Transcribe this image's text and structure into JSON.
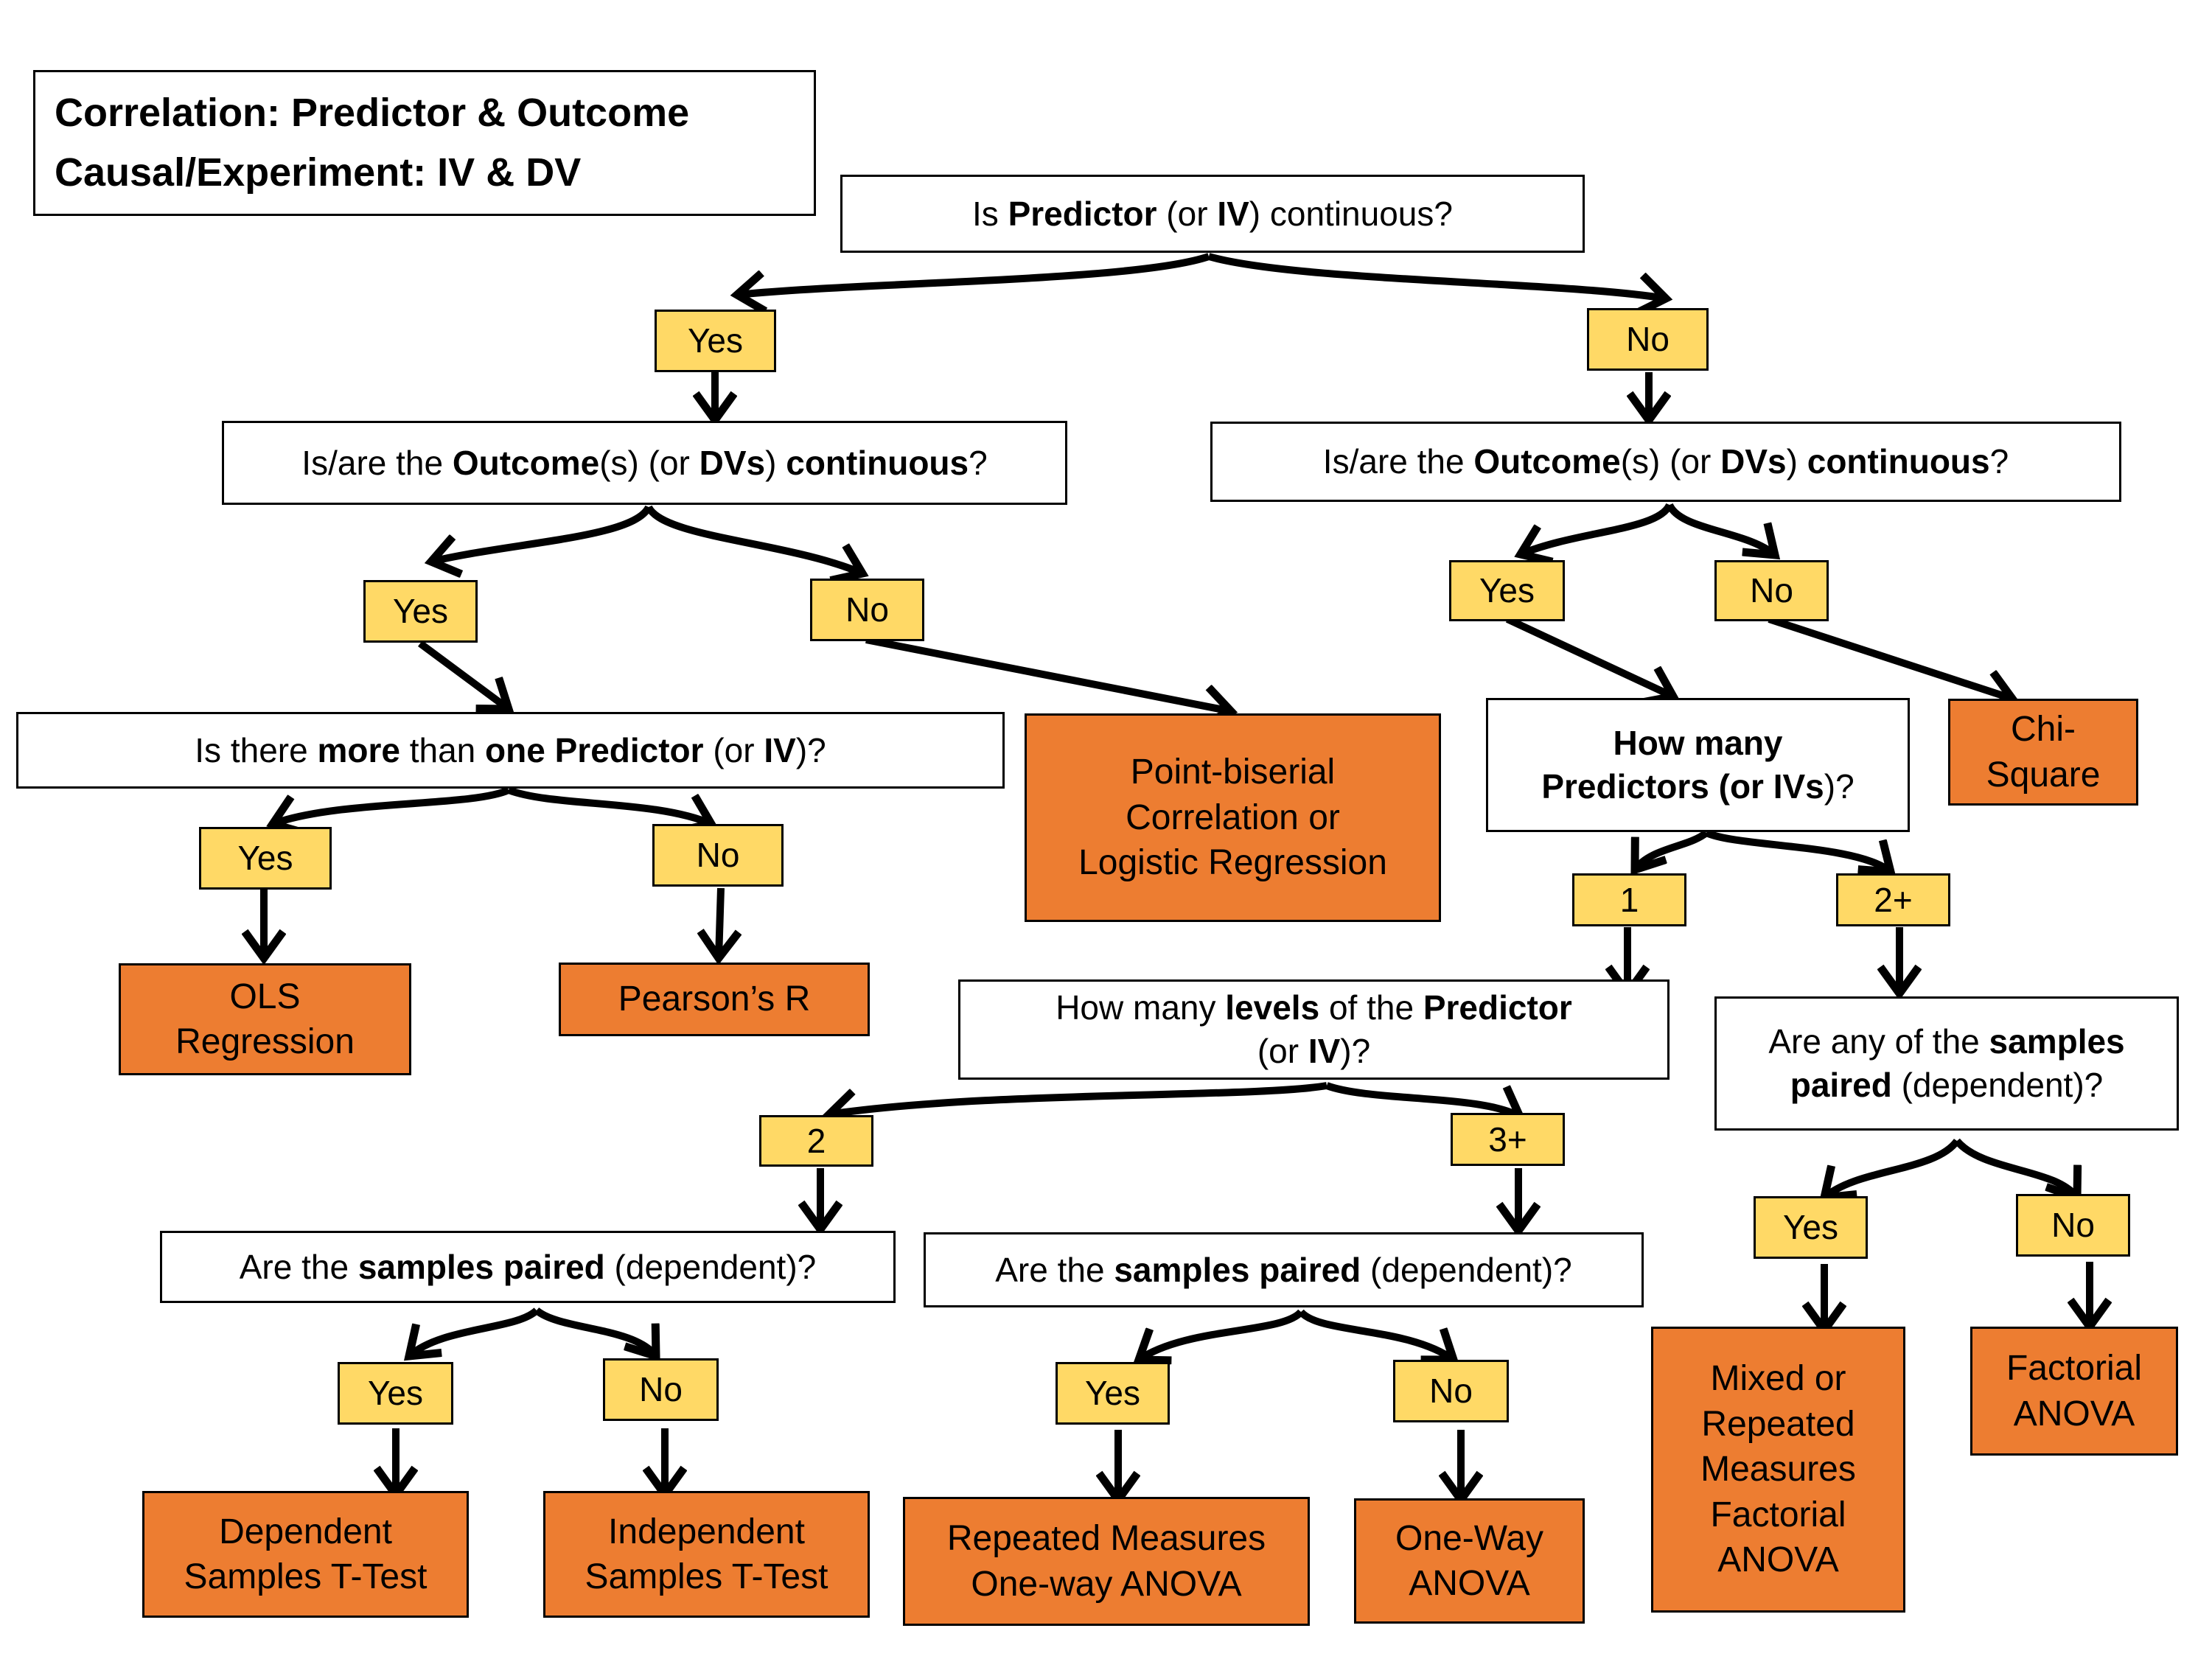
{
  "legend": {
    "line1": "Correlation: Predictor & Outcome",
    "line2": "Causal/Experiment: IV & DV"
  },
  "q_predictor": {
    "p1": "Is ",
    "b1": "Predictor",
    "p2": " (or ",
    "b2": "IV",
    "p3": ") continuous?"
  },
  "q_outcome_left": {
    "p1": "Is/are the ",
    "b1": "Outcome",
    "p2": "(s) (or ",
    "b2": "DVs",
    "p3": ") ",
    "b3": "continuous",
    "p4": "?"
  },
  "q_outcome_right": {
    "p1": "Is/are the ",
    "b1": "Outcome",
    "p2": "(s) (or ",
    "b2": "DVs",
    "p3": ") ",
    "b3": "continuous",
    "p4": "?"
  },
  "q_more_predictor": {
    "p1": "Is there ",
    "b1": "more",
    "p2": " than ",
    "b2": "one Predictor",
    "p3": " (or ",
    "b3": "IV",
    "p4": ")?"
  },
  "q_how_many": {
    "line1": "How many",
    "line2_b": "Predictors (or IVs",
    "line2_p": ")?"
  },
  "q_levels": {
    "p1": "How many ",
    "b1": "levels",
    "p2": " of the ",
    "b2": "Predictor",
    "line2_p1": "(or ",
    "line2_b": "IV",
    "line2_p2": ")?"
  },
  "q_paired_left": {
    "p1": "Are the ",
    "b1": "samples paired",
    "p2": " (dependent)?"
  },
  "q_paired_mid": {
    "p1": "Are the ",
    "b1": "samples paired",
    "p2": " (dependent)?"
  },
  "q_paired_right": {
    "p1": "Are any of the ",
    "b1": "samples",
    "line2_b": "paired",
    "line2_p": " (dependent)?"
  },
  "labels": {
    "yes": "Yes",
    "no": "No",
    "one": "1",
    "two_plus": "2+",
    "two": "2",
    "three_plus": "3+"
  },
  "results": {
    "point_biserial": [
      "Point-biserial",
      "Correlation or",
      "Logistic Regression"
    ],
    "ols": [
      "OLS",
      "Regression"
    ],
    "pearson": [
      "Pearson’s R"
    ],
    "chi_square": [
      "Chi-",
      "Square"
    ],
    "dependent_t": [
      "Dependent",
      "Samples T-Test"
    ],
    "independent_t": [
      "Independent",
      "Samples T-Test"
    ],
    "rm_anova": [
      "Repeated Measures",
      "One-way ANOVA"
    ],
    "oneway_anova": [
      "One-Way",
      "ANOVA"
    ],
    "mixed": [
      "Mixed or",
      "Repeated",
      "Measures",
      "Factorial",
      "ANOVA"
    ],
    "factorial": [
      "Factorial",
      "ANOVA"
    ]
  },
  "colors": {
    "label_fill": "#ffd966",
    "result_fill": "#ed7d31",
    "border": "#000000"
  }
}
